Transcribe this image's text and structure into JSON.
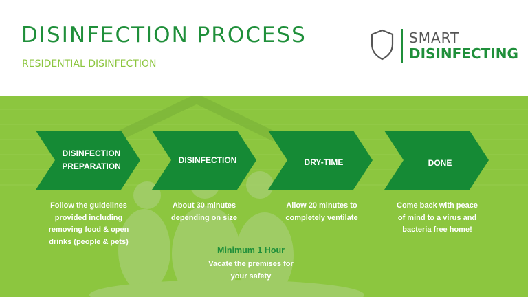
{
  "header": {
    "title": "DISINFECTION PROCESS",
    "subtitle": "RESIDENTIAL DISINFECTION"
  },
  "logo": {
    "line1": "SMART",
    "line2": "DISINFECTING",
    "icon": "shield-icon"
  },
  "colors": {
    "brand_green": "#1f8f3a",
    "accent_green": "#8cc63f",
    "chevron_green": "#158a35"
  },
  "steps": [
    {
      "label": "DISINFECTION PREPARATION",
      "description": "Follow the guidelines provided including removing food & open drinks (people & pets)"
    },
    {
      "label": "DISINFECTION",
      "description": "About 30 minutes depending on size"
    },
    {
      "label": "DRY-TIME",
      "description": "Allow 20 minutes to completely ventilate"
    },
    {
      "label": "DONE",
      "description": "Come back with peace of mind to a virus and bacteria free home!"
    }
  ],
  "note": {
    "title": "Minimum 1 Hour",
    "text": "Vacate the premises for your safety"
  }
}
